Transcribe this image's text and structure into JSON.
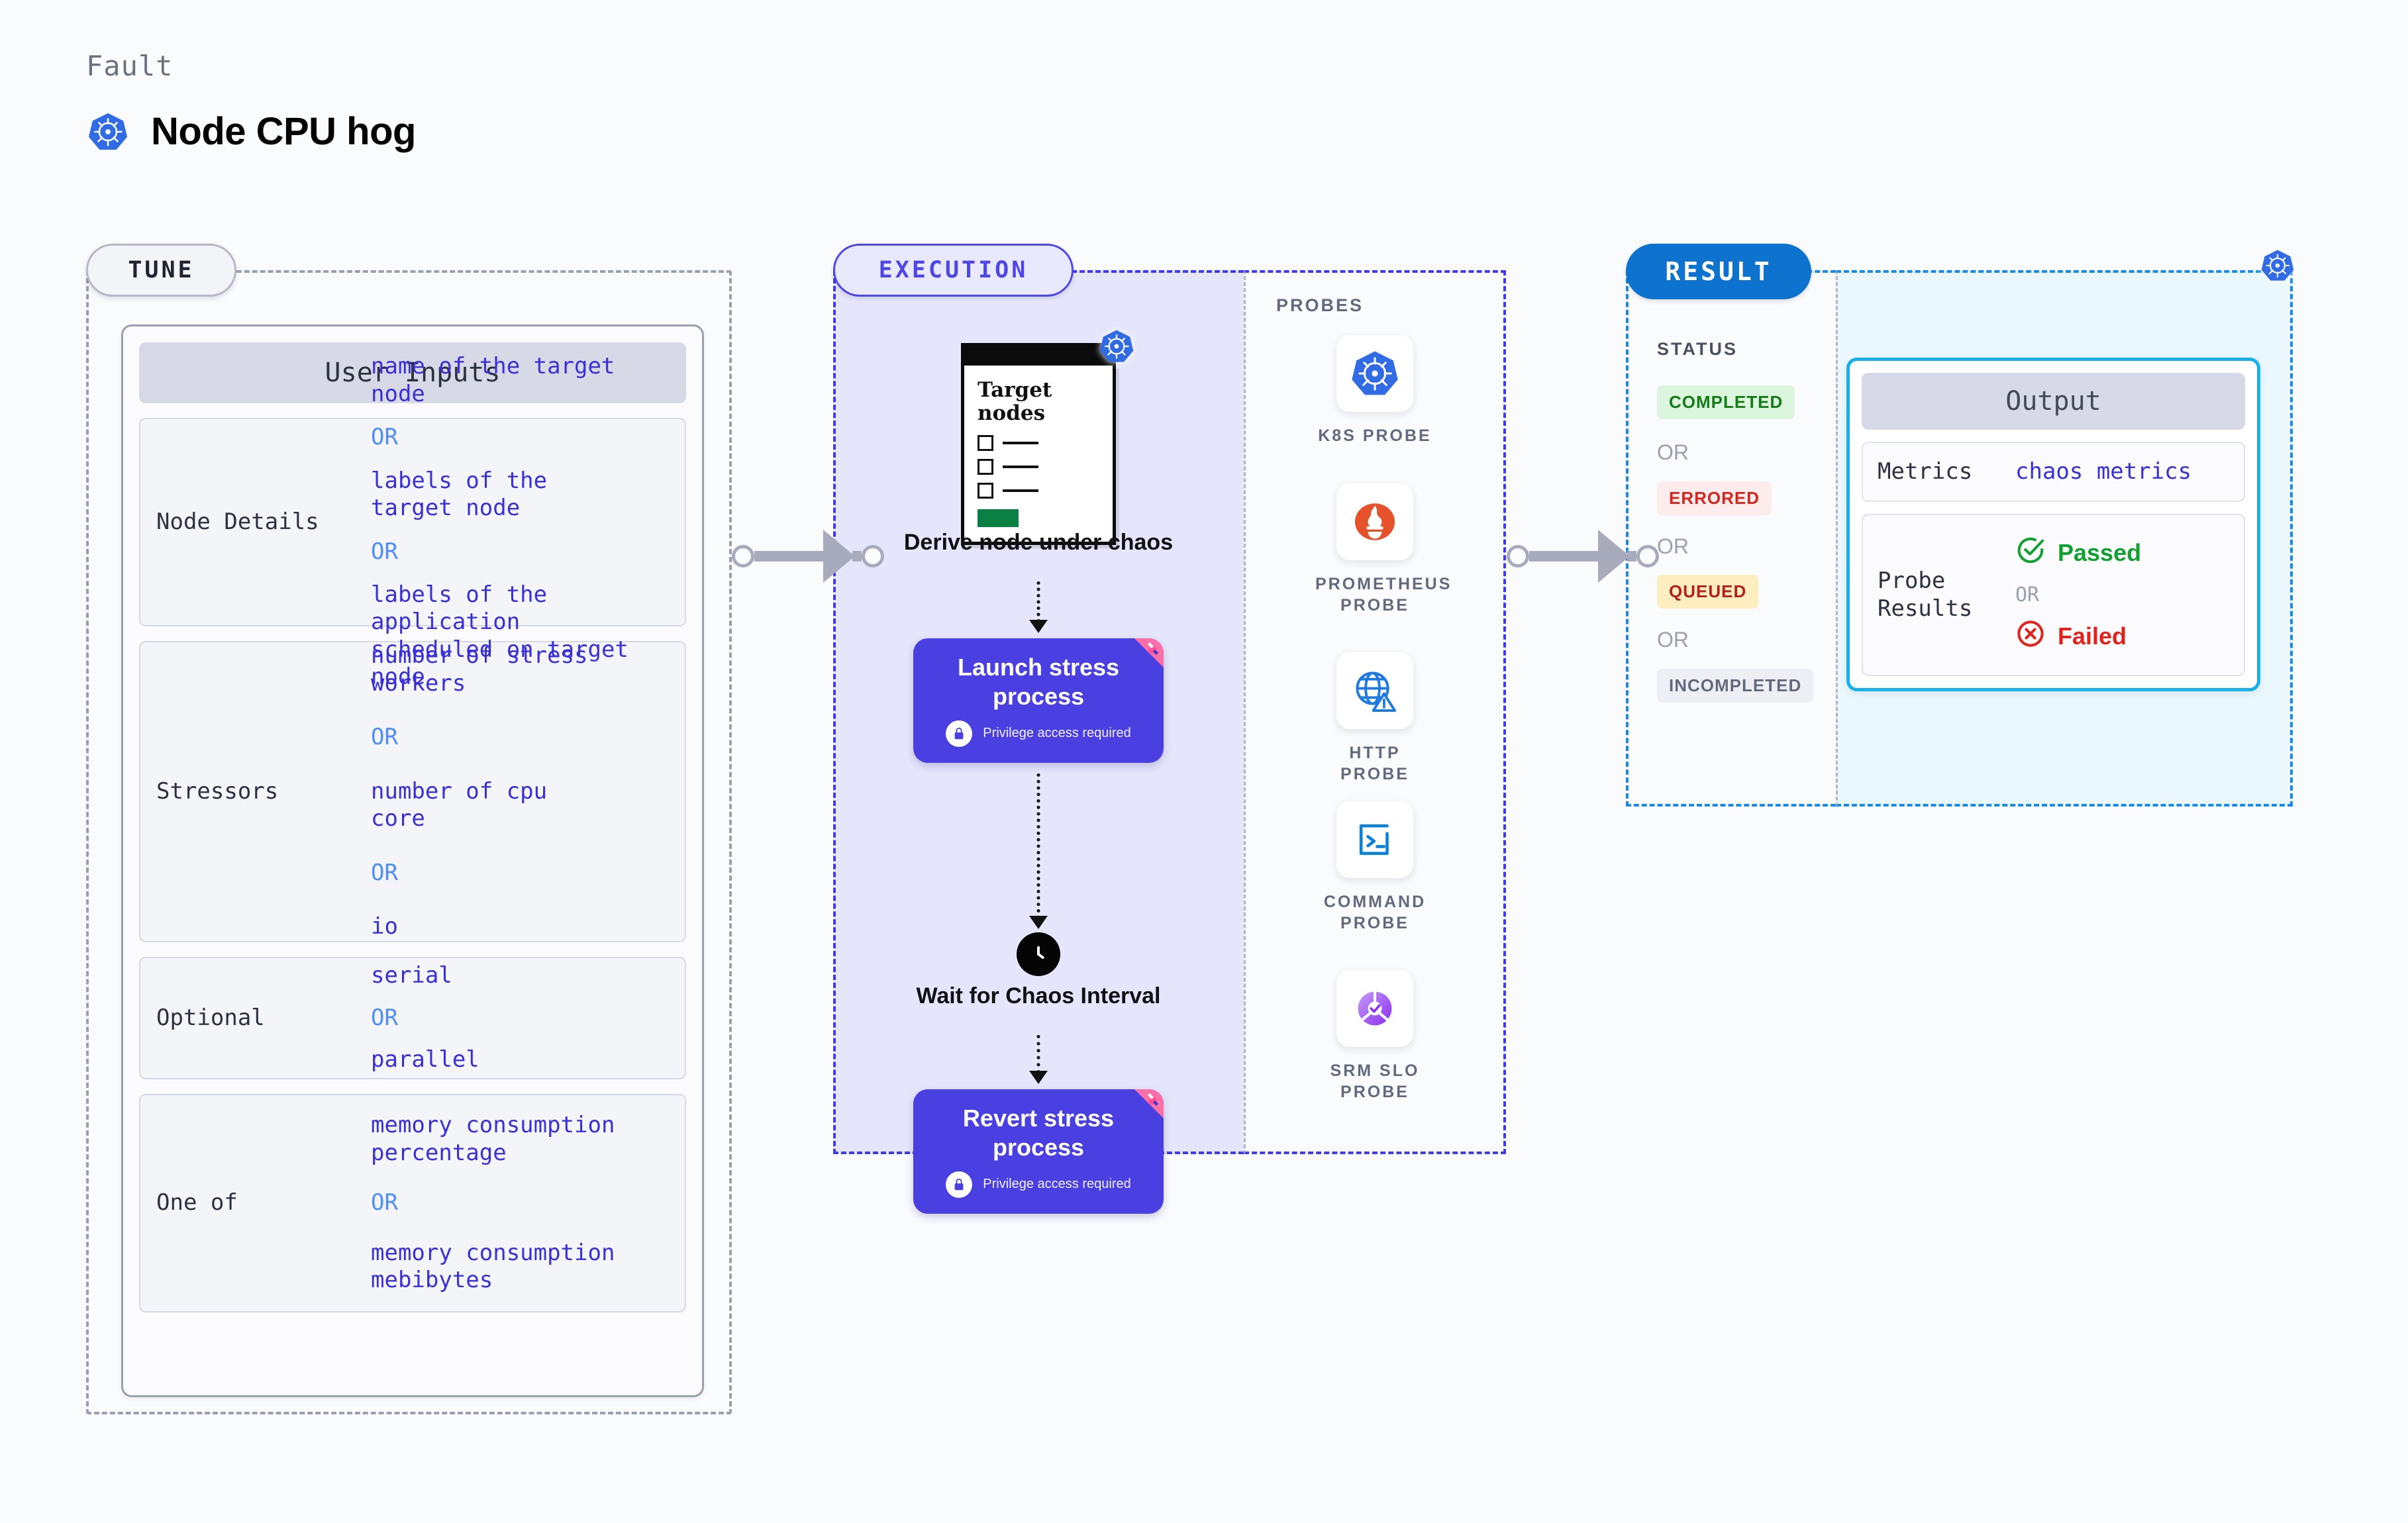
{
  "header": {
    "kicker": "Fault",
    "title": "Node CPU hog",
    "icon": "kubernetes-icon"
  },
  "tune": {
    "pill_label": "TUNE",
    "card_title": "User Inputs",
    "rows": [
      {
        "label": "Node Details",
        "values": [
          "name of the target\nnode",
          "OR",
          "labels of the\ntarget node",
          "OR",
          "labels of the application\n scheduled on target node"
        ]
      },
      {
        "label": "Stressors",
        "values": [
          "number of stress\nworkers",
          "OR",
          "number of cpu\ncore",
          "OR",
          "io"
        ]
      },
      {
        "label": "Optional",
        "values": [
          "serial",
          "OR",
          "parallel"
        ]
      },
      {
        "label": "One of",
        "values": [
          "memory consumption\npercentage",
          "OR",
          "memory consumption\nmebibytes"
        ]
      }
    ]
  },
  "execution": {
    "pill_label": "EXECUTION",
    "target_card": {
      "title": "Target\nnodes",
      "icon": "kubernetes-icon",
      "checkbox_rows": 3
    },
    "steps": [
      {
        "label": "Derive node under\nchaos"
      },
      {
        "label": "Launch stress\nprocess",
        "sub": "Privilege access required",
        "icon": "lock-icon",
        "ribbon": "litmus-ribbon-icon"
      },
      {
        "label": "Wait for Chaos\nInterval",
        "icon": "clock-icon"
      },
      {
        "label": "Revert stress\nprocess",
        "sub": "Privilege access required",
        "icon": "lock-icon",
        "ribbon": "litmus-ribbon-icon"
      }
    ]
  },
  "probes": {
    "title": "PROBES",
    "items": [
      {
        "name": "K8S PROBE",
        "icon": "kubernetes-icon"
      },
      {
        "name": "PROMETHEUS\nPROBE",
        "icon": "prometheus-icon"
      },
      {
        "name": "HTTP PROBE",
        "icon": "globe-warning-icon"
      },
      {
        "name": "COMMAND\nPROBE",
        "icon": "terminal-icon"
      },
      {
        "name": "SRM SLO\nPROBE",
        "icon": "slo-donut-icon"
      }
    ]
  },
  "result": {
    "pill_label": "RESULT",
    "status_title": "STATUS",
    "or_label": "OR",
    "statuses": [
      {
        "label": "COMPLETED",
        "bg": "#dcf5dd",
        "fg": "#157a18"
      },
      {
        "label": "ERRORED",
        "bg": "#fdecec",
        "fg": "#d3271f"
      },
      {
        "label": "QUEUED",
        "bg": "#fdeec2",
        "fg": "#b41f1f"
      },
      {
        "label": "INCOMPLETED",
        "bg": "#eeeff4",
        "fg": "#636a7d"
      }
    ]
  },
  "output": {
    "card_title": "Output",
    "metrics_label": "Metrics",
    "metrics_value": "chaos metrics",
    "probe_results_label": "Probe\nResults",
    "passed_label": "Passed",
    "failed_label": "Failed",
    "or_label": "OR",
    "corner_icon": "kubernetes-icon"
  },
  "colors": {
    "page_bg": "#fafbfd",
    "execution_fill": "#e5e6fb",
    "execution_border": "#4338ea",
    "result_border": "#1a8ae0",
    "output_fill": "#eaf8fd",
    "output_border": "#19b0e8",
    "purple_node": "#4a3fe0",
    "kubernetes_blue": "#326ce5",
    "connector_gray": "#a7abbb"
  }
}
